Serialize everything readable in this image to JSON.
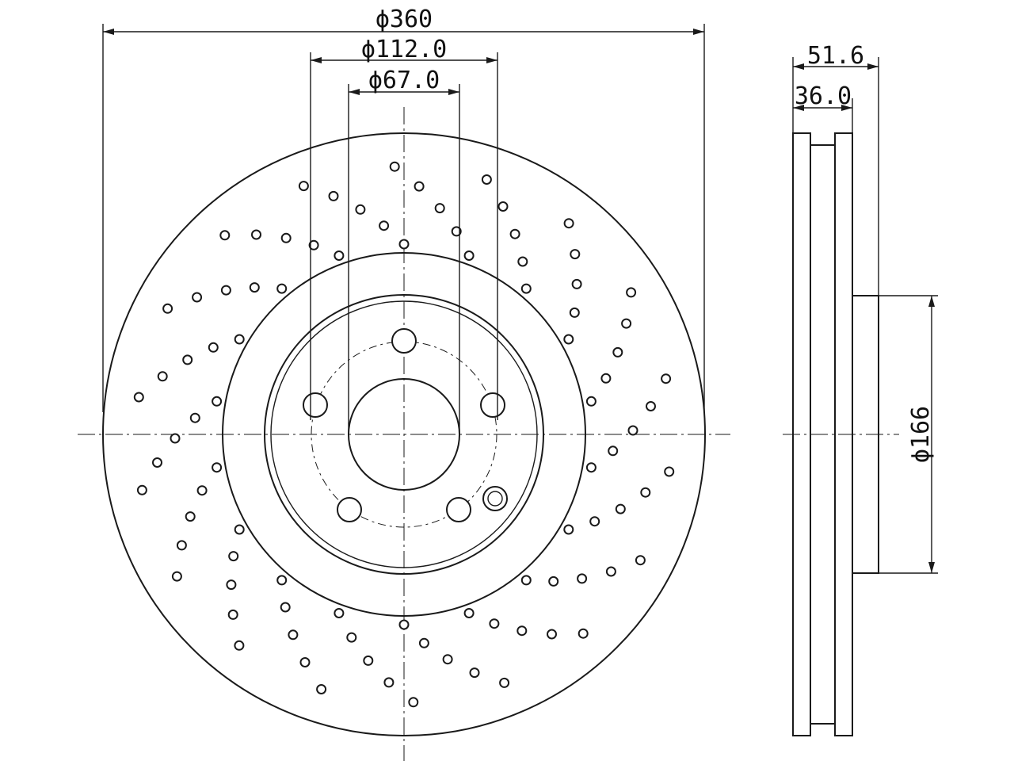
{
  "dimensions": {
    "outer_diameter": "ϕ360",
    "center_bore_ring_diameter": "ϕ112.0",
    "hub_bore_diameter": "ϕ67.0",
    "total_thickness": "51.6",
    "disc_thickness": "36.0",
    "hat_diameter": "ϕ166"
  },
  "colors": {
    "line": "#1a1a1a",
    "background": "#ffffff"
  }
}
